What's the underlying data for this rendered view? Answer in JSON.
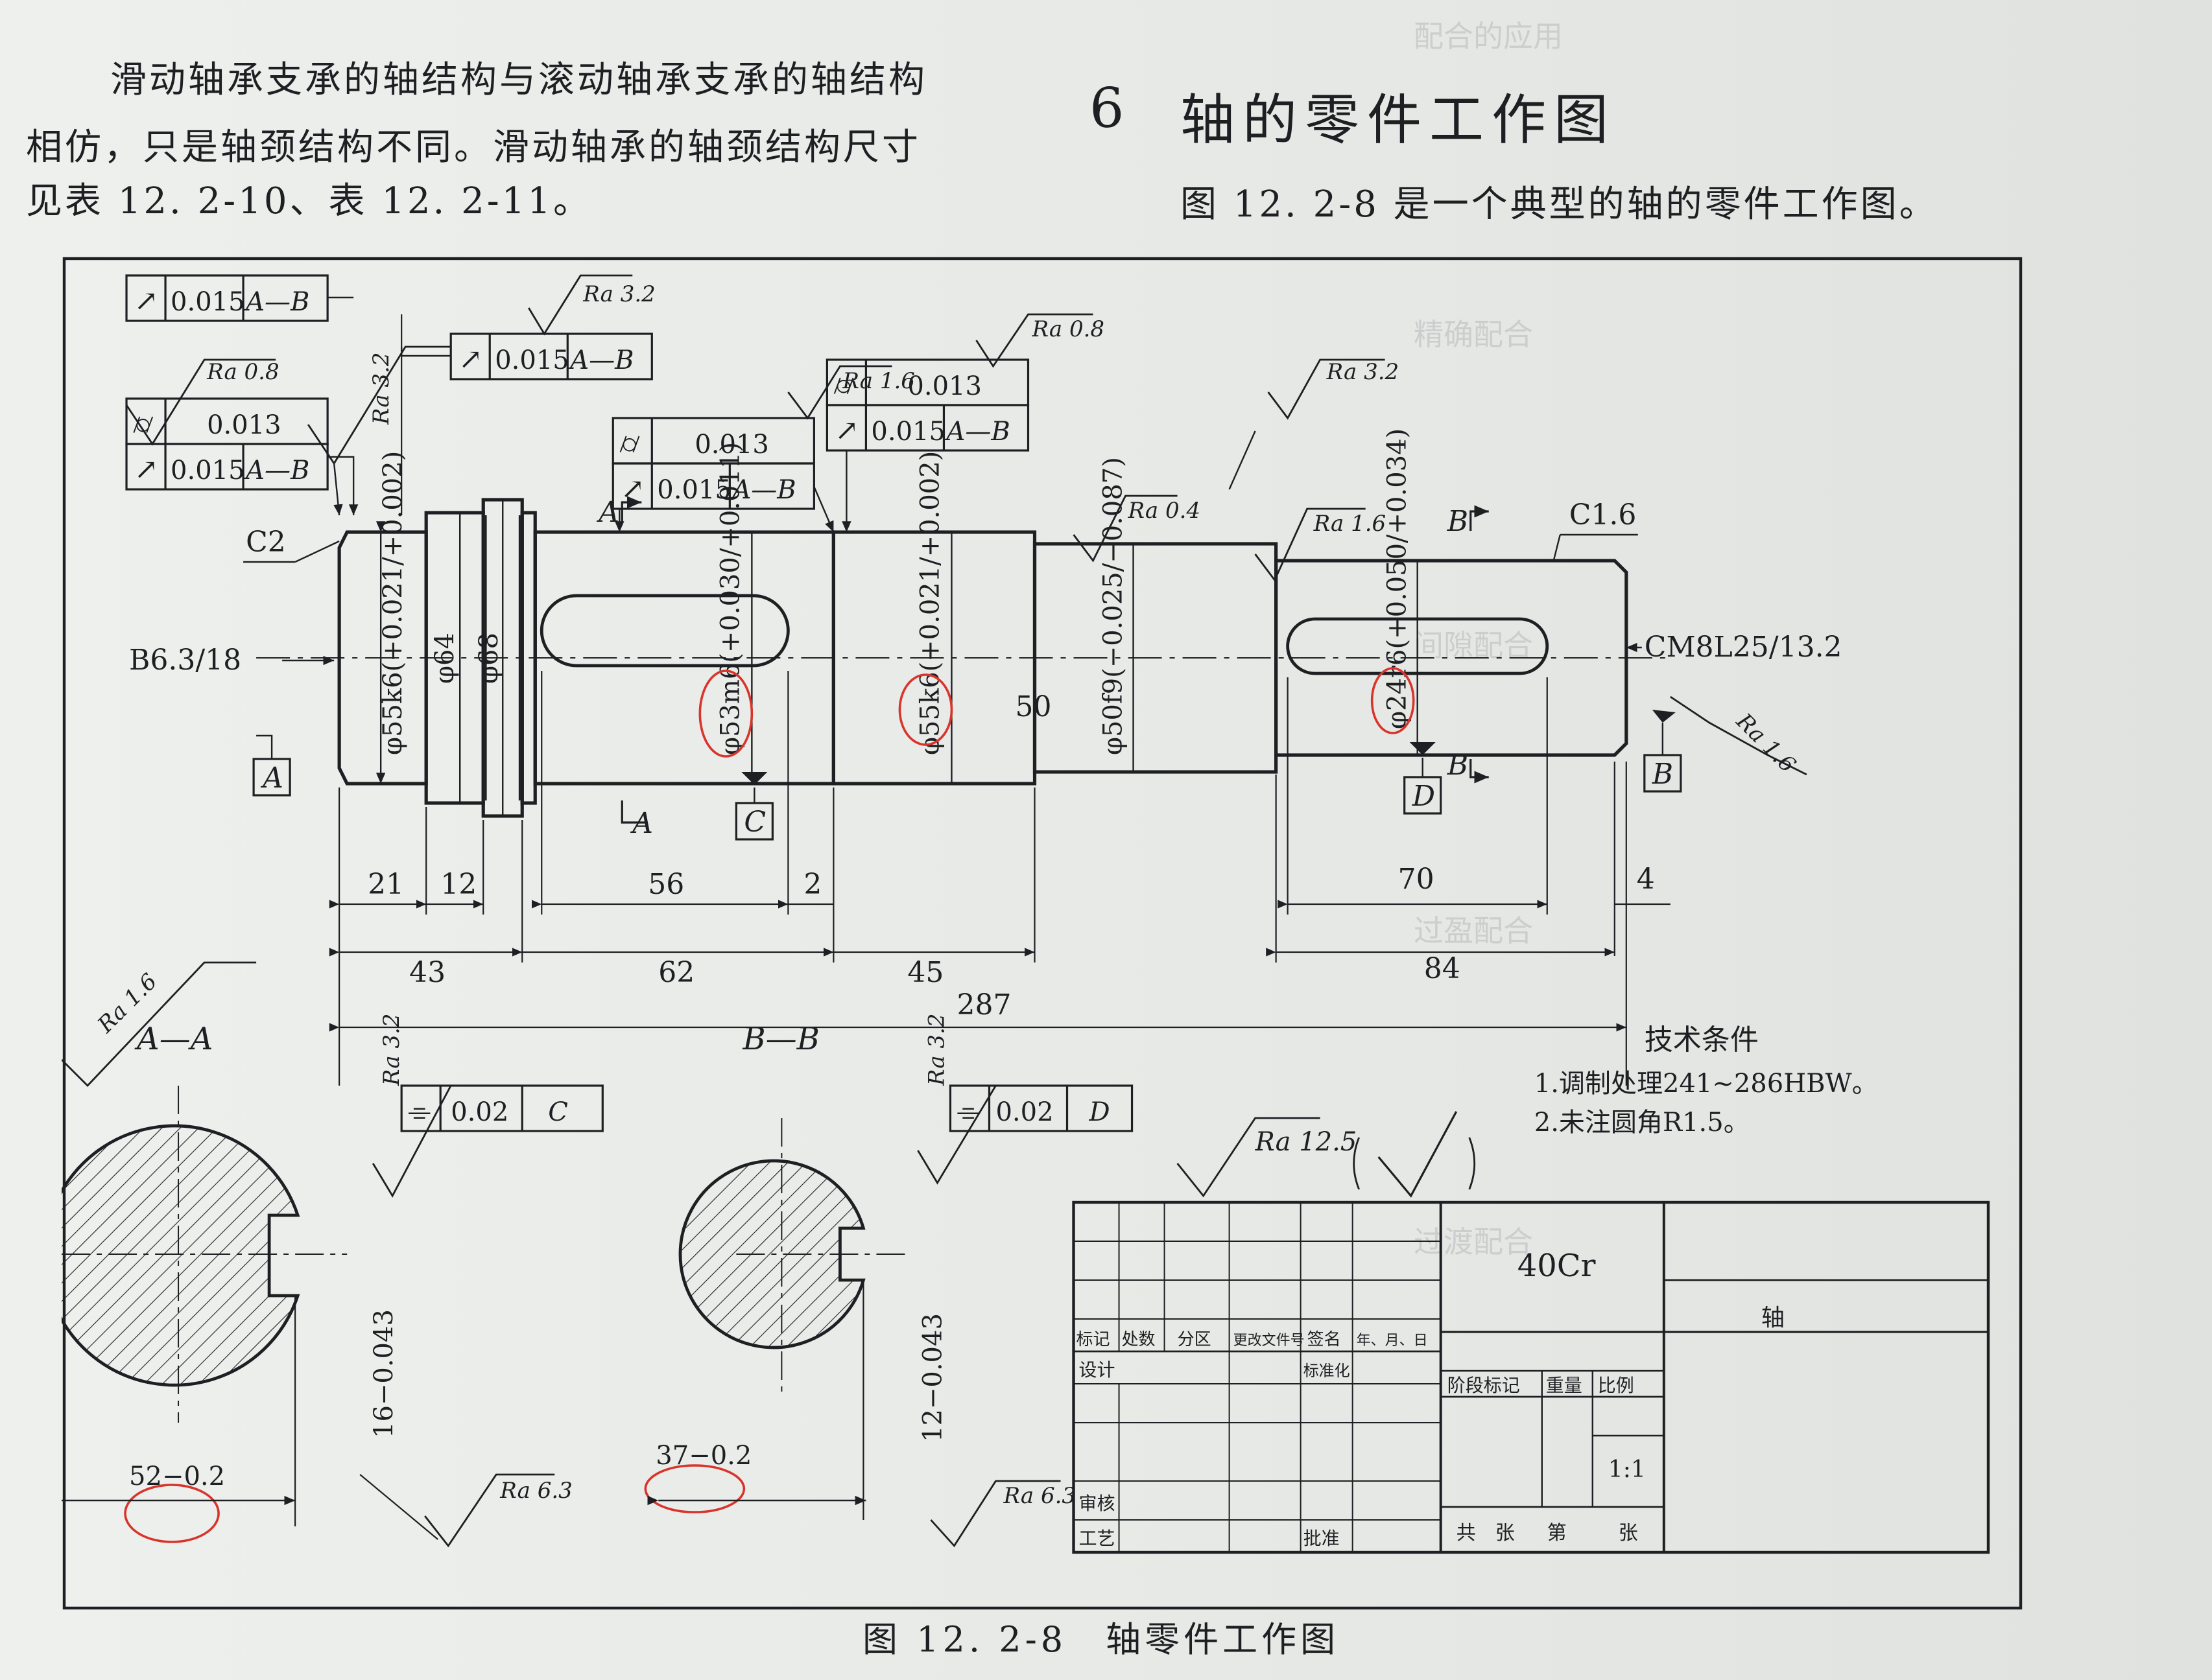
{
  "page": {
    "text_left": [
      "滑动轴承支承的轴结构与滚动轴承支承的轴结构",
      "相仿，只是轴颈结构不同。滑动轴承的轴颈结构尺寸",
      "见表 12. 2-10、表 12. 2-11。"
    ],
    "section_number": "6",
    "section_title": "轴的零件工作图",
    "intro_text": "图 12. 2-8 是一个典型的轴的零件工作图。",
    "figure_caption": "图 12. 2-8　轴零件工作图"
  },
  "drawing": {
    "diameters": [
      "φ55k6(+0.021/+0.002)",
      "φ64",
      "φ68",
      "φ53m6(+0.030/+0.011)",
      "φ55k6(+0.021/+0.002)",
      "φ50f9(−0.025/−0.087)",
      "φ24r6(+0.050/+0.034)"
    ],
    "chamfers": [
      "C2",
      "C1.6"
    ],
    "center_holes": [
      "B6.3/18",
      "CM8L25/13.2"
    ],
    "datums": [
      "A",
      "B",
      "C",
      "D"
    ],
    "section_markers": [
      "A",
      "B"
    ],
    "lengths": [
      "21",
      "12",
      "43",
      "56",
      "62",
      "2",
      "45",
      "50",
      "70",
      "4",
      "84",
      "287"
    ],
    "roughness": [
      "Ra 3.2",
      "Ra 0.8",
      "Ra 3.2",
      "Ra 1.6",
      "Ra 0.8",
      "Ra 3.2",
      "Ra 0.4",
      "Ra 1.6",
      "Ra 1.6",
      "Ra 1.6",
      "Ra 3.2",
      "Ra 3.2",
      "Ra 6.3",
      "Ra 6.3",
      "Ra 12.5"
    ],
    "tolerance_frames": [
      {
        "symbol": "↗",
        "value": "0.015",
        "datum": "A—B"
      },
      {
        "symbol": "↗",
        "value": "0.015",
        "datum": "A—B"
      },
      {
        "symbol": "⌭",
        "value": "0.013",
        "datum": ""
      },
      {
        "symbol": "↗",
        "value": "0.015",
        "datum": "A—B"
      },
      {
        "symbol": "⌭",
        "value": "0.013",
        "datum": ""
      },
      {
        "symbol": "↗",
        "value": "0.015",
        "datum": "A—B"
      },
      {
        "symbol": "⌭",
        "value": "0.013",
        "datum": ""
      },
      {
        "symbol": "↗",
        "value": "0.015",
        "datum": "A—B"
      },
      {
        "symbol": "⌯",
        "value": "0.02",
        "datum": "C"
      },
      {
        "symbol": "⌯",
        "value": "0.02",
        "datum": "D"
      }
    ],
    "section_AA": {
      "label": "A—A",
      "keyway_depth": "16−0.043",
      "width": "52−0.2"
    },
    "section_BB": {
      "label": "B—B",
      "keyway_depth": "12−0.043",
      "width": "37−0.2"
    },
    "tech_title": "技术条件",
    "tech_items": [
      "1.调制处理241~286HBW。",
      "2.未注圆角R1.5。"
    ],
    "title_block": {
      "material": "40Cr",
      "part_name": "轴",
      "scale": "1:1",
      "headers": [
        "标记",
        "处数",
        "分区",
        "更改文件号",
        "签名",
        "年、月、日"
      ],
      "roles": [
        "设计",
        "标准化",
        "审核",
        "工艺",
        "批准"
      ],
      "stage_labels": [
        "阶段标记",
        "重量",
        "比例"
      ],
      "sheet_labels": [
        "共",
        "张",
        "第",
        "张"
      ]
    }
  }
}
